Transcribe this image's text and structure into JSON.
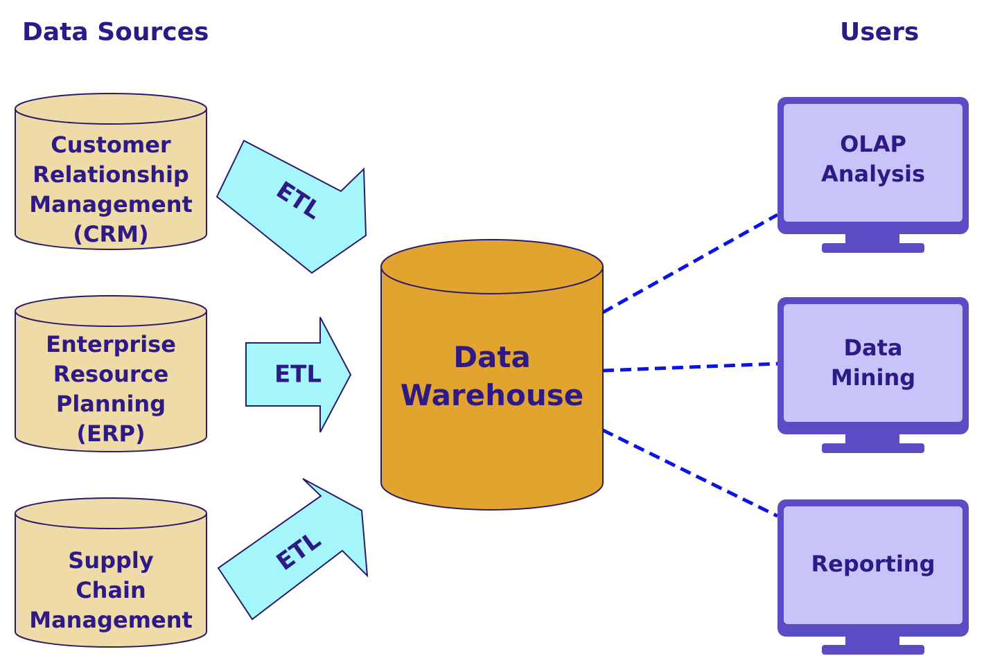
{
  "headings": {
    "left": "Data Sources",
    "right": "Users"
  },
  "sources": [
    {
      "lines": [
        "Customer",
        "Relationship",
        "Management",
        "(CRM)"
      ]
    },
    {
      "lines": [
        "Enterprise",
        "Resource",
        "Planning",
        "(ERP)"
      ]
    },
    {
      "lines": [
        "Supply",
        "Chain",
        "Management"
      ]
    }
  ],
  "arrows": [
    {
      "label": "ETL"
    },
    {
      "label": "ETL"
    },
    {
      "label": "ETL"
    }
  ],
  "warehouse": {
    "lines": [
      "Data",
      "Warehouse"
    ]
  },
  "users": [
    {
      "lines": [
        "OLAP",
        "Analysis"
      ]
    },
    {
      "lines": [
        "Data",
        "Mining"
      ]
    },
    {
      "lines": [
        "Reporting"
      ]
    }
  ],
  "colors": {
    "text": "#2e1a86",
    "source_fill": "#eedba8",
    "source_stroke": "#2a1a6a",
    "arrow_fill": "#a4f6fb",
    "arrow_stroke": "#2a1a6a",
    "warehouse_fill": "#e3a42f",
    "warehouse_stroke": "#2a1a6a",
    "monitor_frame": "#5a4cc4",
    "monitor_screen": "#c7c4fa",
    "connector": "#0a14e6"
  }
}
